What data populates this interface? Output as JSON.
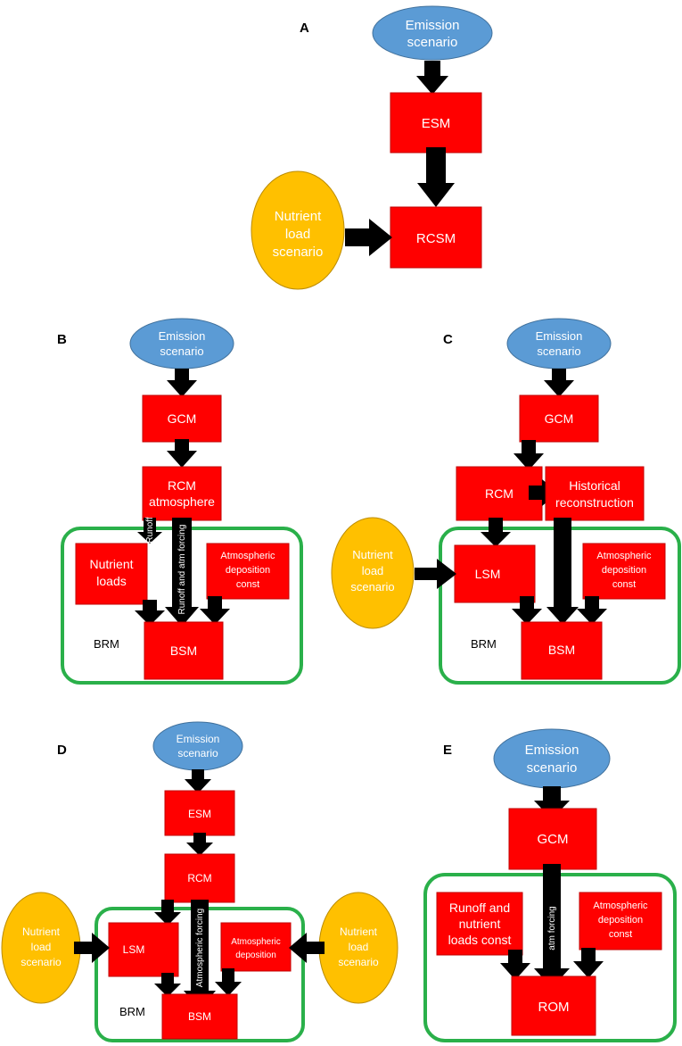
{
  "panels": {
    "A": {
      "label": "A",
      "emission": [
        "Emission",
        "scenario"
      ],
      "esm": "ESM",
      "rcsm": "RCSM",
      "nutrient": [
        "Nutrient",
        "load",
        "scenario"
      ]
    },
    "B": {
      "label": "B",
      "emission": [
        "Emission",
        "scenario"
      ],
      "gcm": "GCM",
      "rcm": [
        "RCM",
        "atmosphere"
      ],
      "nutrient_loads": [
        "Nutrient",
        "loads"
      ],
      "atm_dep": [
        "Atmospheric",
        "deposition",
        "const"
      ],
      "bsm": "BSM",
      "brm": "BRM",
      "runoff": "Runoff",
      "runoff_atm": "Runoff and atm forcing"
    },
    "C": {
      "label": "C",
      "emission": [
        "Emission",
        "scenario"
      ],
      "gcm": "GCM",
      "rcm": "RCM",
      "historical": [
        "Historical",
        "reconstruction"
      ],
      "lsm": "LSM",
      "atm_dep": [
        "Atmospheric",
        "deposition",
        "const"
      ],
      "bsm": "BSM",
      "brm": "BRM",
      "nutrient": [
        "Nutrient",
        "load",
        "scenario"
      ]
    },
    "D": {
      "label": "D",
      "emission": [
        "Emission",
        "scenario"
      ],
      "esm": "ESM",
      "rcm": "RCM",
      "lsm": "LSM",
      "atm_dep": [
        "Atmospheric",
        "deposition"
      ],
      "bsm": "BSM",
      "brm": "BRM",
      "atm_forcing": "Atmospheric forcing",
      "nutrient_left": [
        "Nutrient",
        "load",
        "scenario"
      ],
      "nutrient_right": [
        "Nutrient",
        "load",
        "scenario"
      ]
    },
    "E": {
      "label": "E",
      "emission": [
        "Emission",
        "scenario"
      ],
      "gcm": "GCM",
      "runoff_nutr": [
        "Runoff and",
        "nutrient",
        "loads const"
      ],
      "atm_dep": [
        "Atmospheric",
        "deposition",
        "const"
      ],
      "rom": "ROM",
      "atm_forcing": "atm forcing"
    }
  },
  "colors": {
    "model_box": "#ff0000",
    "emission_ellipse": "#5b9bd5",
    "nutrient_ellipse": "#ffc000",
    "regional_frame": "#2ab04a",
    "arrow": "#000000"
  }
}
